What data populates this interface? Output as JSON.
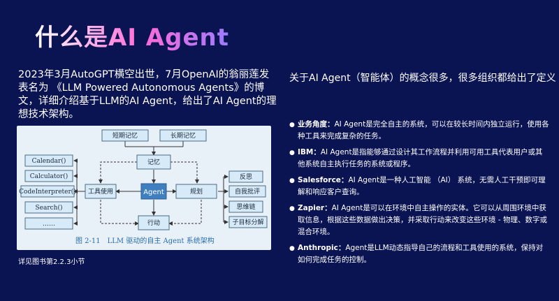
{
  "title": "什么是AI Agent",
  "intro": "2023年3月AutoGPT横空出世，7月OpenAI的翁丽莲发表名为 《LLM Powered Autonomous Agents》的博文，详细介绍基于LLM的AI Agent，给出了AI Agent的理想技术架构。",
  "figure": {
    "nodes": {
      "short_memory": "短期记忆",
      "long_memory": "长期记忆",
      "memory": "记忆",
      "agent": "Agent",
      "tools": "工具使用",
      "planning": "规划",
      "action": "行动",
      "reflection": "反思",
      "self_critique": "自我批评",
      "chain_of_thought": "思维链",
      "subgoal": "子目标分解",
      "calendar": "Calendar()",
      "calculator": "Calculator()",
      "code_interpreter": "CodeInterpreter()",
      "search": "Search()",
      "more": "……"
    },
    "caption": "图 2-11　LLM 驱动的自主 Agent 系统架构"
  },
  "note": "详见图书第2.2.3小节",
  "right_heading": "关于AI Agent（智能体）的概念很多，很多组织都给出了定义",
  "definitions": [
    {
      "term": "业务角度：",
      "text": "AI Agent是完全自主的系统，可以在较长时间内独立运行，使用各种工具来完成复杂的任务。"
    },
    {
      "term": "IBM：",
      "text": "AI Agent是指能够通过设计其工作流程并利用可用工具代表用户或其他系统自主执行任务的系统或程序。"
    },
    {
      "term": "Salesforce：",
      "text": "AI Agent是一种人工智能 （AI） 系统，无需人工干预即可理解和响应客户查询。"
    },
    {
      "term": "Zapier：",
      "text": "AI Agent是可以在环境中自主操作的实体。它可以从周围环境中获取信息，根据这些数据做出决策，并采取行动来改变这些环境 - 物理、数字或混合环境。"
    },
    {
      "term": "Anthropic：",
      "text": "Agent是LLM动态指导自己的流程和工具使用的系统，保持对如何完成任务的控制。"
    }
  ],
  "bullet_glyph": "●"
}
